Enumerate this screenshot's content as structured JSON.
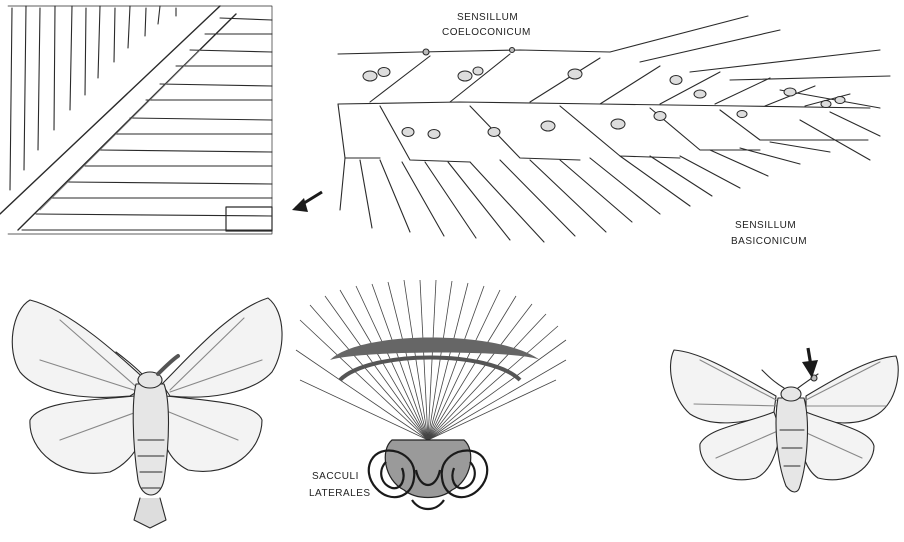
{
  "labels": {
    "sensillum_coeloconicum": [
      "SENSILLUM",
      "COELOCONICUM"
    ],
    "sensillum_basiconicum": [
      "SENSILLUM",
      "BASICONICUM"
    ],
    "sacculi_laterales": [
      "SACCULI",
      "LATERALES"
    ]
  },
  "colors": {
    "ink": "#2a2a2a",
    "wing_fill": "#f3f3f3",
    "hair": "#444444",
    "paper": "#ffffff"
  },
  "figures": [
    "magnified-antenna-surface",
    "antenna-branch-with-sensilla",
    "moth-female-left",
    "antennal-base-with-sacculi",
    "moth-male-right"
  ]
}
